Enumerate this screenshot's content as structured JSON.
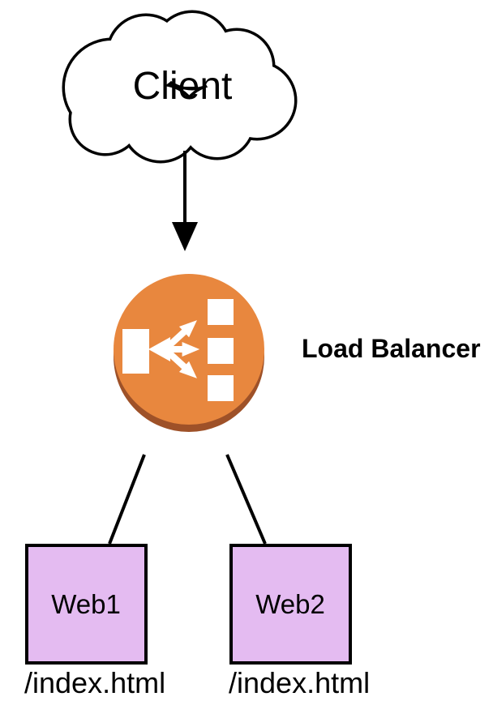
{
  "diagram": {
    "kind": "load-balancer-architecture",
    "nodes": {
      "client": {
        "label": "Client",
        "shape": "cloud"
      },
      "load_balancer": {
        "label": "Load Balancer",
        "shape": "circle-icon",
        "icon": "elastic-load-balancer-icon"
      },
      "web1": {
        "label": "Web1",
        "path": "/index.html",
        "shape": "rect"
      },
      "web2": {
        "label": "Web2",
        "path": "/index.html",
        "shape": "rect"
      }
    },
    "edges": [
      {
        "from": "client",
        "to": "load_balancer",
        "type": "arrow"
      },
      {
        "from": "load_balancer",
        "to": "web1",
        "type": "line"
      },
      {
        "from": "load_balancer",
        "to": "web2",
        "type": "line"
      }
    ],
    "colors": {
      "lb_fill": "#E8873E",
      "lb_shadow": "#9E5128",
      "web_fill": "#E4BBF1",
      "icon_glyph": "#FFFFFF",
      "line": "#000000",
      "background": "#FFFFFF"
    }
  }
}
